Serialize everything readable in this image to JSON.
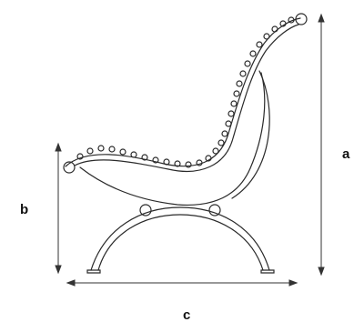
{
  "diagram": {
    "subject": "bench-side-profile",
    "dimension_labels": {
      "height": "a",
      "seat_height": "b",
      "width": "c"
    },
    "colors": {
      "line": "#2a2a2a",
      "arrow": "#333333",
      "background": "#ffffff"
    }
  }
}
